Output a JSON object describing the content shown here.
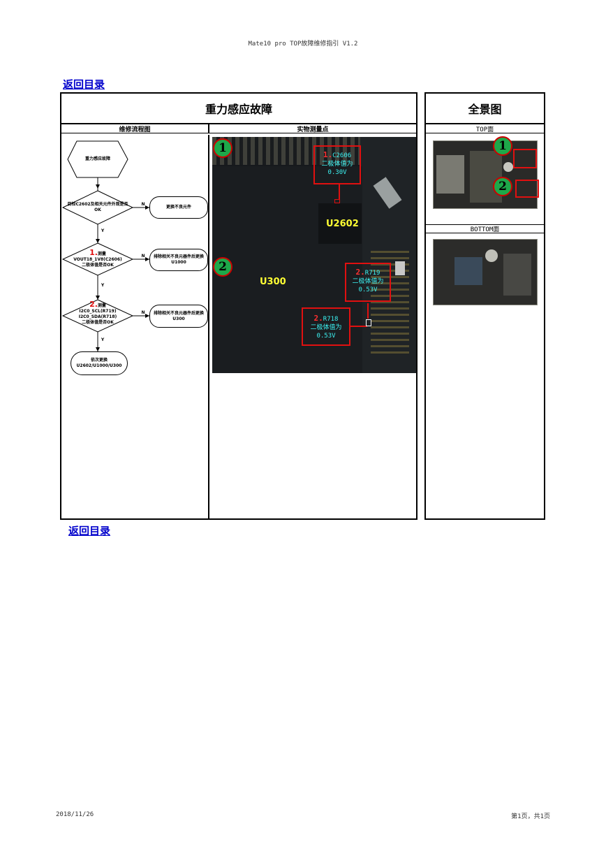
{
  "page": {
    "header": "Mate10 pro TOP故障维修指引 V1.2",
    "back_link_top": "返回目录",
    "back_link_bottom": "返回目录",
    "footer_date": "2018/11/26",
    "footer_page": "第1页，共1页"
  },
  "table": {
    "title": "重力感应故障",
    "col_flow": "维修流程图",
    "col_photo": "实物测量点",
    "side_title": "全景图",
    "side_top": "TOP面",
    "side_bottom": "BOTTOM面"
  },
  "flow": {
    "start": "重力感应故障",
    "step1": "目检C2602及相关元件外观是否OK",
    "step1_action": "更换不良元件",
    "step2_num": "1.",
    "step2_label": "测量",
    "step2_line1": "VOUT18_1V8(C2606)",
    "step2_line2": "二极体值是否OK",
    "step2_action": "排除相关不良元器件后更换U1000",
    "step3_num": "2.",
    "step3_label": "测量",
    "step3_line1": "I2C0_SCL(R719)",
    "step3_line2": "I2C0_SDA(R718)",
    "step3_line3": "二极体值是否OK",
    "step3_action": "排除相关不良元器件后更换U300",
    "end": "依次更换U2602/U1000/U300",
    "n": "N",
    "y": "Y"
  },
  "photo": {
    "marker1": "1",
    "marker2": "2",
    "chip_u2602": "U2602",
    "chip_u300": "U300",
    "m1_num": "1.",
    "m1_ref": "C2606",
    "m1_text": "二极体值为",
    "m1_value": "0.30V",
    "m2_num": "2.",
    "m2_ref": "R719",
    "m2_text": "二极体值为",
    "m2_value": "0.53V",
    "m3_num": "2.",
    "m3_ref": "R718",
    "m3_text": "二极体值为",
    "m3_value": "0.53V"
  },
  "overview": {
    "marker1": "1",
    "marker2": "2"
  },
  "colors": {
    "link": "#0000cc",
    "marker_green": "#1ea84a",
    "highlight_red": "#e01010",
    "measure_cyan": "#3cf2f2",
    "chip_yellow": "#ffff33"
  }
}
